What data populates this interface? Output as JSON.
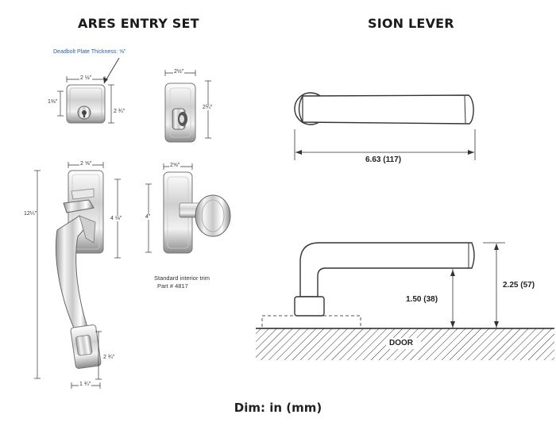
{
  "headings": {
    "left": "ARES ENTRY SET",
    "right": "SION LEVER"
  },
  "ares": {
    "deadbolt_note": "Deadbolt Plate Thickness: ⅝\"",
    "deadbolt_width": "2 ½\"",
    "deadbolt_height": "2 ¾\"",
    "deadbolt_offset": "1⅜\"",
    "side_width": "2½\"",
    "side_height": "2¾\"",
    "handle_plate_width": "2 ⅝\"",
    "overall_height": "12¼\"",
    "upper_plate_height": "4 ⅛\"",
    "lower_plate_height": "2 ¾\"",
    "lower_plate_width": "1 ¾\"",
    "trim_plate_width": "2⅝\"",
    "trim_height": "4\"",
    "trim_note_line1": "Standard interior trim",
    "trim_note_line2": "Part # 4817"
  },
  "sion": {
    "length": "6.63 (117)",
    "height_center": "1.50 (38)",
    "height_top": "2.25 (57)",
    "door_label": "DOOR"
  },
  "footer": "Dim: in (mm)"
}
